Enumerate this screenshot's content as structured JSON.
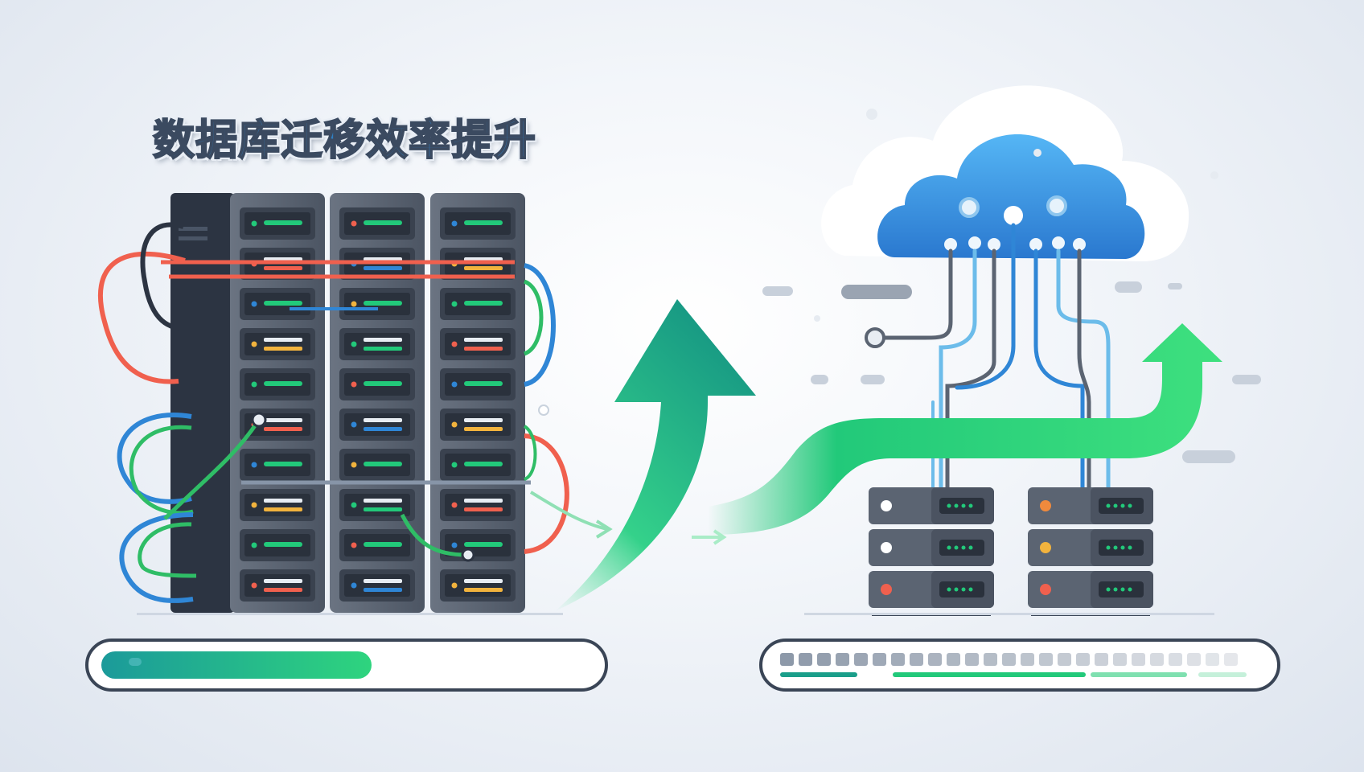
{
  "title": "数据库迁移效率提升",
  "left_progress": {
    "fraction": 0.55
  },
  "right_progress": {
    "segments": 25
  },
  "colors": {
    "accent_green": "#22c97a",
    "accent_teal": "#1a9e8a",
    "cable_red": "#f0604e",
    "cable_blue": "#2f86d6",
    "cable_green": "#2fbd66",
    "rack_dark": "#2c3442",
    "rack_grey": "#5b6472",
    "cloud_blue": "#3d8fe0"
  },
  "icons": [
    "server-rack-icon",
    "growth-arrow-icon",
    "cloud-icon",
    "server-stack-icon",
    "progress-bar-icon"
  ]
}
